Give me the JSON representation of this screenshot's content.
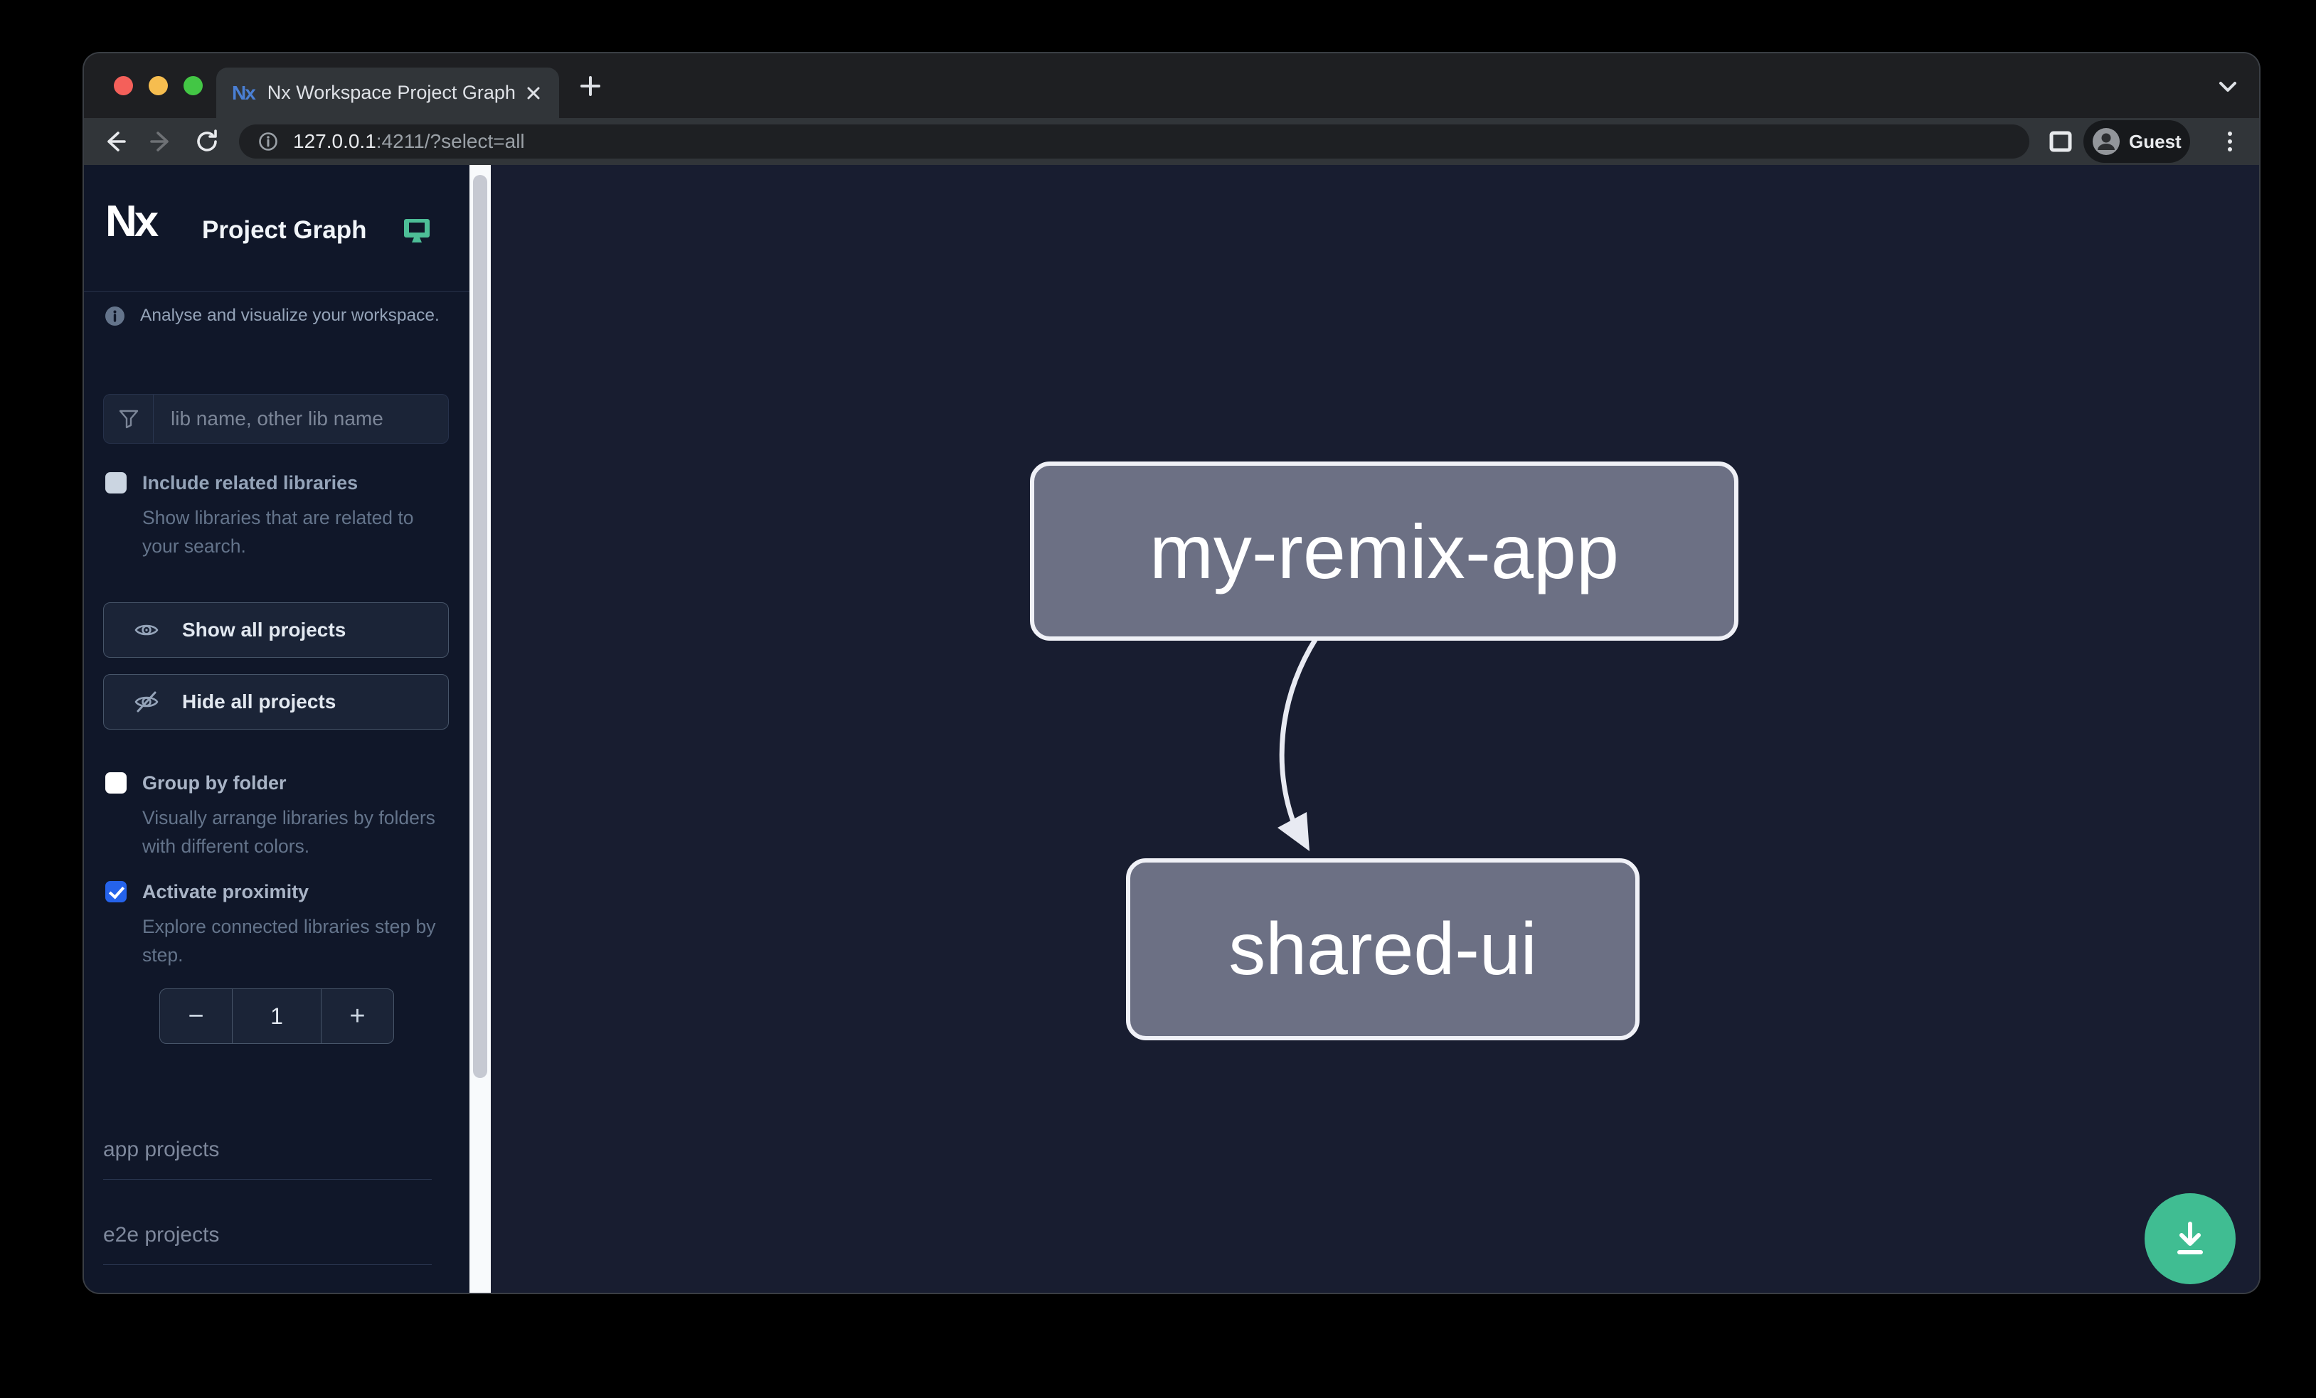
{
  "browser": {
    "traffic_lights": {
      "close": "#f4605a",
      "minimize": "#f6bd4f",
      "zoom": "#43c645"
    },
    "tab": {
      "favicon_text": "Nx",
      "title": "Nx Workspace Project Graph"
    },
    "url": {
      "host": "127.0.0.1",
      "rest": ":4211/?select=all"
    },
    "profile_label": "Guest"
  },
  "sidebar": {
    "logo_text": "Nx",
    "title": "Project Graph",
    "tagline": "Analyse and visualize your workspace.",
    "search": {
      "placeholder": "lib name, other lib name"
    },
    "include_related": {
      "label": "Include related libraries",
      "description": "Show libraries that are related to your search.",
      "checked": false
    },
    "show_all_label": "Show all projects",
    "hide_all_label": "Hide all projects",
    "group_by_folder": {
      "label": "Group by folder",
      "description": "Visually arrange libraries by folders with different colors.",
      "checked": false
    },
    "proximity": {
      "label": "Activate proximity",
      "description": "Explore connected libraries step by step.",
      "checked": true
    },
    "stepper": {
      "decrement": "−",
      "value": "1",
      "increment": "+"
    },
    "sections": {
      "apps": "app projects",
      "e2e": "e2e projects"
    }
  },
  "graph": {
    "nodes": [
      {
        "label": "my-remix-app"
      },
      {
        "label": "shared-ui"
      }
    ],
    "edges": [
      {
        "source": "my-remix-app",
        "target": "shared-ui"
      }
    ],
    "node_fill": "#6c7084",
    "node_border": "#f0f1f7",
    "edge_color": "#e8eaf2"
  },
  "fab": {
    "icon": "download-icon",
    "color": "#40bd92"
  }
}
